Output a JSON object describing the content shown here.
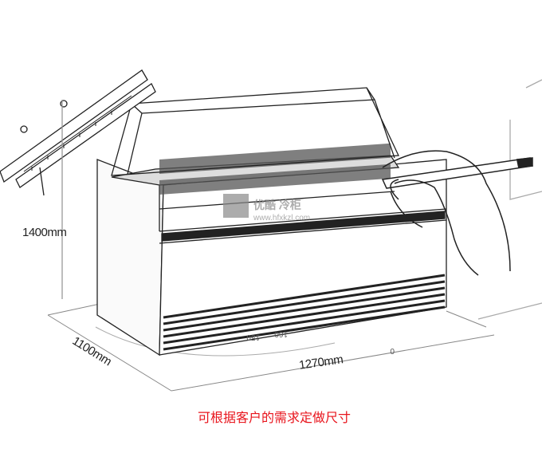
{
  "dimensions": {
    "height": "1400mm",
    "depth": "1100mm",
    "width": "1270mm"
  },
  "caption": "可根据客户的需求定做尺寸",
  "watermark": {
    "brand_text": "www.hfxkzl.com"
  },
  "ruler_marks": [
    "150",
    "160",
    "0"
  ],
  "colors": {
    "caption": "#e8141c",
    "line": "#222222",
    "watermark": "#8a8a8a"
  }
}
